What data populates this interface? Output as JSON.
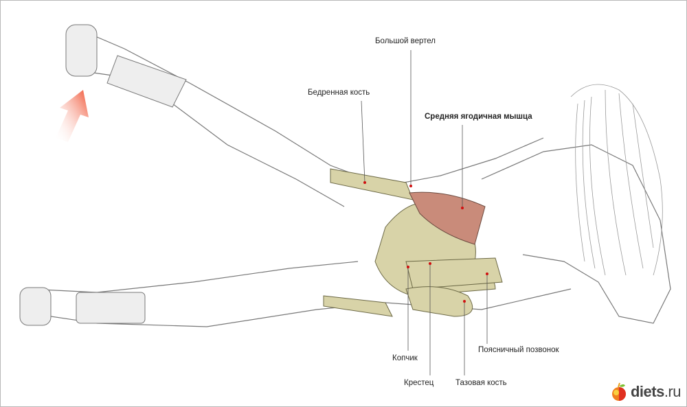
{
  "labels": {
    "greater_trochanter": "Большой вертел",
    "femur": "Бедренная кость",
    "gluteus_medius": "Средняя ягодичная мышца",
    "coccyx": "Копчик",
    "sacrum": "Крестец",
    "pelvic_bone": "Тазовая кость",
    "lumbar_vertebra": "Поясничный позвонок"
  },
  "watermark": {
    "brand": "diets",
    "tld": ".ru"
  },
  "colors": {
    "arrow": "#f06040",
    "muscle": "#c98b7a",
    "bone": "#d8d3a8",
    "marker": "#d01010"
  }
}
